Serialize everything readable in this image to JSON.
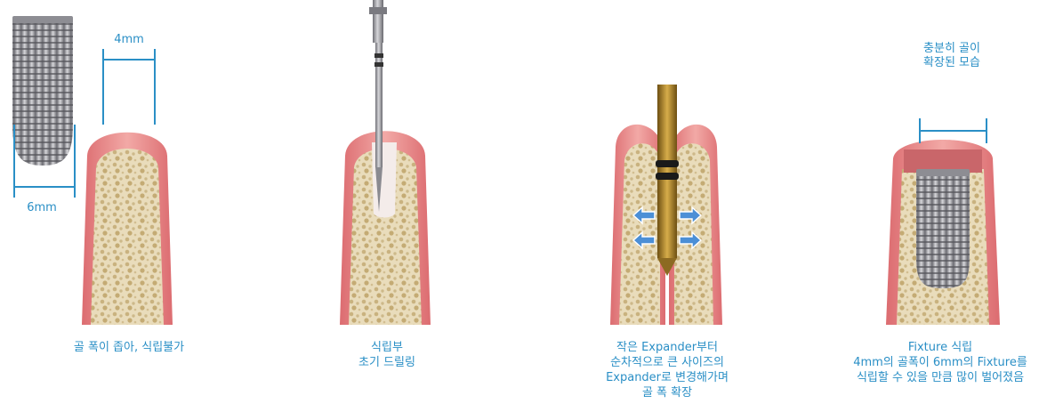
{
  "colors": {
    "accent": "#2a8fc6",
    "gum": "#e58a8d",
    "bone": "#e8d9b8",
    "implant": "#9a9aa0",
    "expander": "#b48a2a",
    "arrow": "#4c8fd6"
  },
  "panels": [
    {
      "caption_lines": [
        "골 폭이 좁아, 식립불가"
      ],
      "labels": {
        "top_width": "4mm",
        "implant_width": "6mm"
      }
    },
    {
      "caption_lines": [
        "식립부",
        "초기 드릴링"
      ]
    },
    {
      "caption_lines": [
        "작은 Expander부터",
        "순차적으로 큰 사이즈의",
        "Expander로 변경해가며",
        "골 폭 확장"
      ]
    },
    {
      "caption_lines": [
        "Fixture 식립",
        "4mm의 골폭이 6mm의 Fixture를",
        "식립할 수 있을 만큼 많이 벌어졌음"
      ],
      "labels": {
        "top_note_line1": "충분히 골이",
        "top_note_line2": "확장된 모습"
      }
    }
  ]
}
